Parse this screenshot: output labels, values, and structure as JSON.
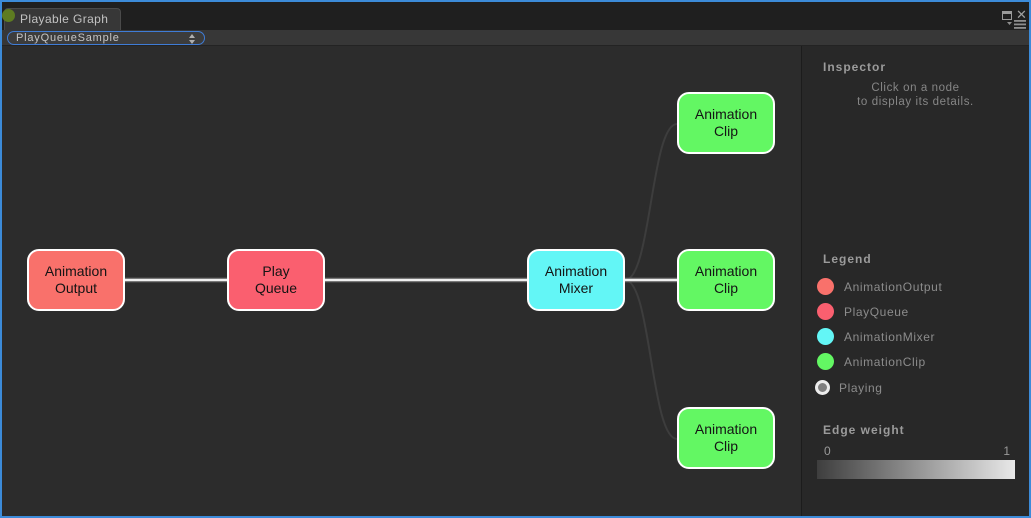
{
  "window": {
    "tab_title": "Playable Graph",
    "icons": {
      "close": "✕"
    }
  },
  "toolbar": {
    "graph_selector": {
      "value": "PlayQueueSample"
    }
  },
  "inspector": {
    "title": "Inspector",
    "hint_line1": "Click on a node",
    "hint_line2": "to display its details."
  },
  "legend": {
    "title": "Legend",
    "items": [
      {
        "label": "AnimationOutput",
        "color": "#F9716B",
        "ring": false
      },
      {
        "label": "PlayQueue",
        "color": "#FA5F6F",
        "ring": false
      },
      {
        "label": "AnimationMixer",
        "color": "#63F6F6",
        "ring": false
      },
      {
        "label": "AnimationClip",
        "color": "#63F763",
        "ring": false
      },
      {
        "label": "Playing",
        "color": "#7F7F7F",
        "ring": true
      }
    ]
  },
  "edge_weight": {
    "title": "Edge weight",
    "min_label": "0",
    "max_label": "1",
    "gradient_from": "#3E3E3E",
    "gradient_to": "#E8E8E8"
  },
  "graph": {
    "nodes": [
      {
        "id": "animation-output",
        "label_line1": "Animation",
        "label_line2": "Output",
        "color": "#F9716B"
      },
      {
        "id": "play-queue",
        "label_line1": "Play",
        "label_line2": "Queue",
        "color": "#FA5F6F"
      },
      {
        "id": "animation-mixer",
        "label_line1": "Animation",
        "label_line2": "Mixer",
        "color": "#63F6F6"
      },
      {
        "id": "animation-clip-top",
        "label_line1": "Animation",
        "label_line2": "Clip",
        "color": "#63F763"
      },
      {
        "id": "animation-clip-middle",
        "label_line1": "Animation",
        "label_line2": "Clip",
        "color": "#63F763"
      },
      {
        "id": "animation-clip-bottom",
        "label_line1": "Animation",
        "label_line2": "Clip",
        "color": "#63F763"
      }
    ],
    "edges": [
      {
        "from": "AnimationOutput",
        "to": "PlayQueue",
        "weight": 1,
        "color": "#F0F0F0"
      },
      {
        "from": "PlayQueue",
        "to": "AnimationMixer",
        "weight": 1,
        "color": "#F0F0F0"
      },
      {
        "from": "AnimationMixer",
        "to": "AnimationClip-top",
        "weight": 0,
        "color": "#3D3D3D"
      },
      {
        "from": "AnimationMixer",
        "to": "AnimationClip-middle",
        "weight": 1,
        "color": "#F0F0F0"
      },
      {
        "from": "AnimationMixer",
        "to": "AnimationClip-bottom",
        "weight": 0,
        "color": "#3D3D3D"
      }
    ]
  }
}
